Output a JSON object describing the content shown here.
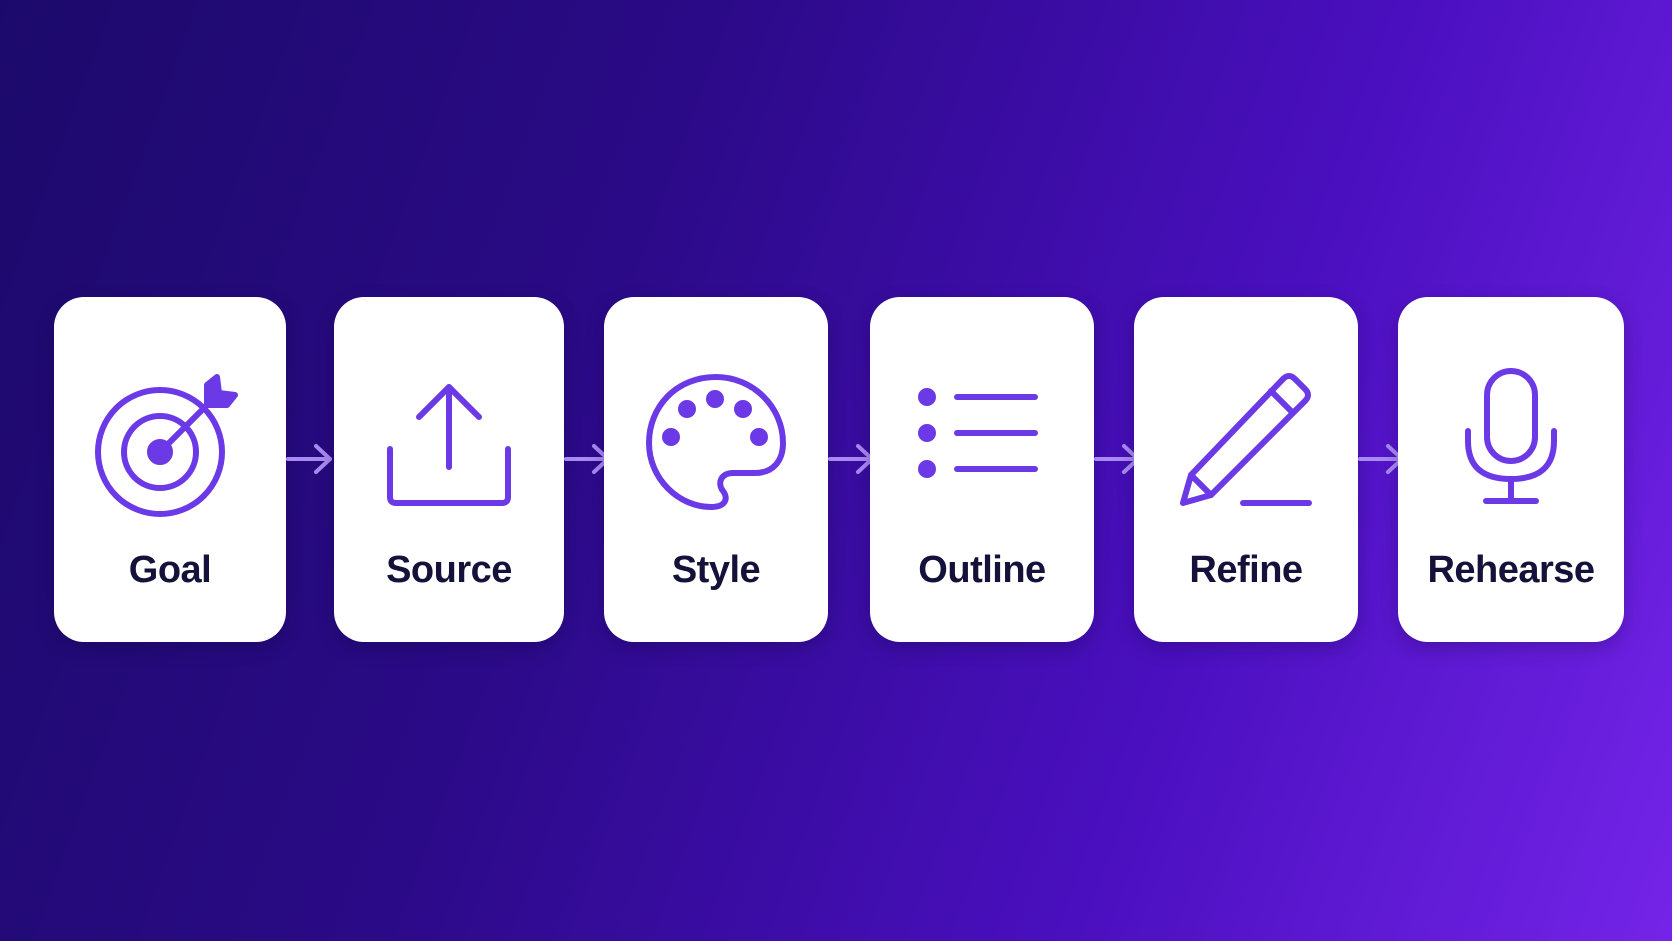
{
  "colors": {
    "accent": "#6b3ae6",
    "card": "#ffffff",
    "label": "#14123a",
    "arrow": "#a98af2"
  },
  "steps": [
    {
      "label": "Goal",
      "icon": "target-icon"
    },
    {
      "label": "Source",
      "icon": "upload-icon"
    },
    {
      "label": "Style",
      "icon": "palette-icon"
    },
    {
      "label": "Outline",
      "icon": "list-icon"
    },
    {
      "label": "Refine",
      "icon": "pencil-icon"
    },
    {
      "label": "Rehearse",
      "icon": "microphone-icon"
    }
  ]
}
